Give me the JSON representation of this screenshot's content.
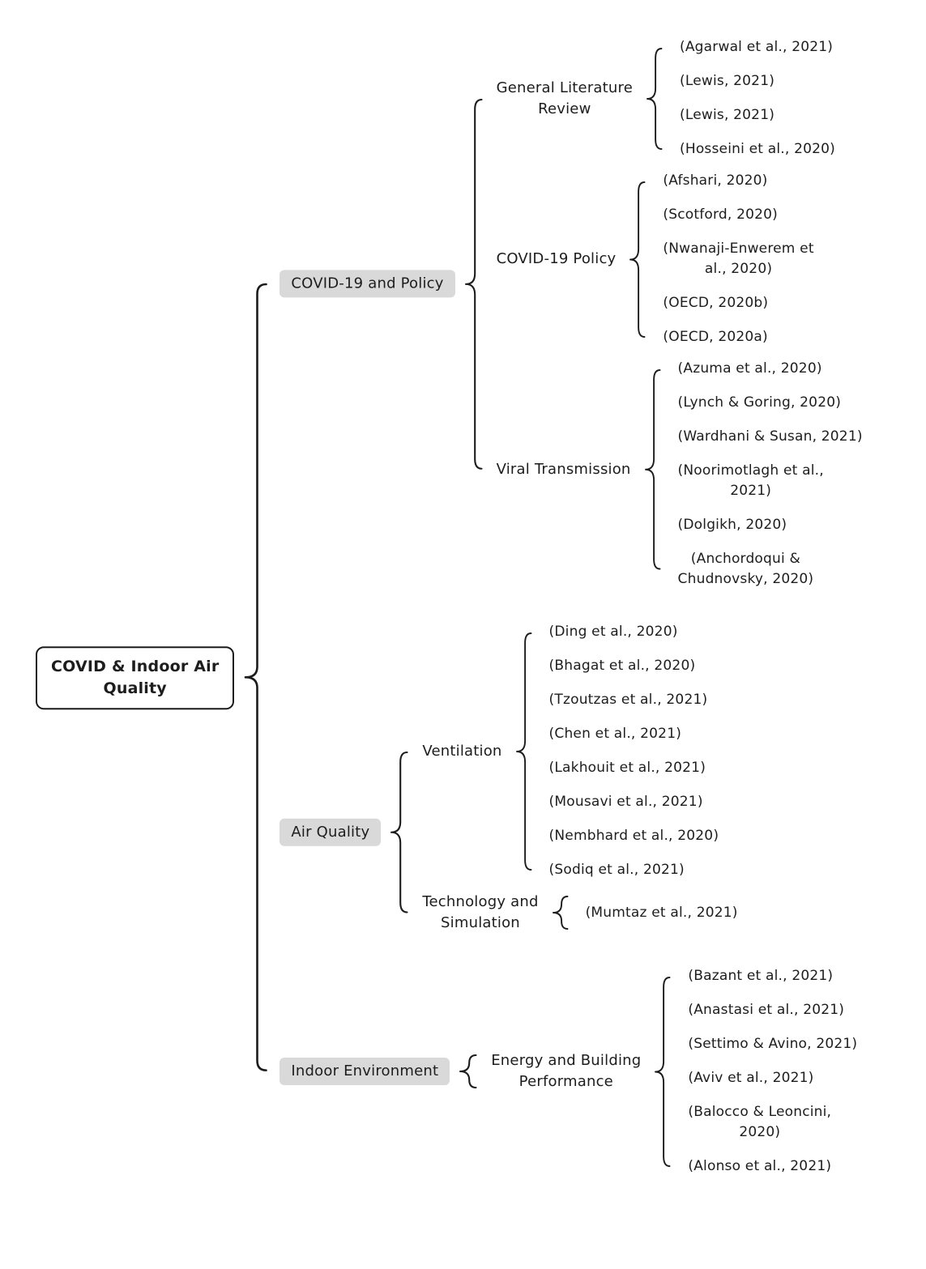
{
  "root": {
    "label": "COVID & Indoor Air\nQuality"
  },
  "branches": [
    {
      "label": "COVID-19 and Policy",
      "subbranches": [
        {
          "label": "General Literature\nReview",
          "citations": [
            "(Agarwal et al., 2021)",
            "(Lewis, 2021)",
            "(Lewis, 2021)",
            "(Hosseini et al., 2020)"
          ]
        },
        {
          "label": "COVID-19 Policy",
          "citations": [
            "(Afshari, 2020)",
            "(Scotford, 2020)",
            "(Nwanaji-Enwerem et\nal., 2020)",
            "(OECD, 2020b)",
            "(OECD, 2020a)"
          ]
        },
        {
          "label": "Viral Transmission",
          "citations": [
            "(Azuma et al., 2020)",
            "(Lynch & Goring, 2020)",
            "(Wardhani & Susan, 2021)",
            "(Noorimotlagh et al.,\n2021)",
            "(Dolgikh, 2020)",
            "(Anchordoqui &\nChudnovsky, 2020)"
          ]
        }
      ]
    },
    {
      "label": "Air Quality",
      "subbranches": [
        {
          "label": "Ventilation",
          "citations": [
            "(Ding et al., 2020)",
            "(Bhagat et al., 2020)",
            "(Tzoutzas et al., 2021)",
            "(Chen et al., 2021)",
            "(Lakhouit et al., 2021)",
            "(Mousavi et al., 2021)",
            "(Nembhard et al., 2020)",
            "(Sodiq et al., 2021)"
          ]
        },
        {
          "label": "Technology and\nSimulation",
          "citations": [
            "(Mumtaz et al., 2021)"
          ]
        }
      ]
    },
    {
      "label": "Indoor Environment",
      "subbranches": [
        {
          "label": "Energy and Building\nPerformance",
          "citations": [
            "(Bazant et al., 2021)",
            "(Anastasi et al., 2021)",
            "(Settimo & Avino, 2021)",
            "(Aviv et al., 2021)",
            "(Balocco & Leoncini,\n2020)",
            "(Alonso et al., 2021)"
          ]
        }
      ]
    }
  ],
  "colors": {
    "background": "#ffffff",
    "text": "#1d1d1d",
    "line": "#1c1c1c",
    "branch_box_bg": "#d9d9d9",
    "root_box_border": "#1a1a1a"
  }
}
